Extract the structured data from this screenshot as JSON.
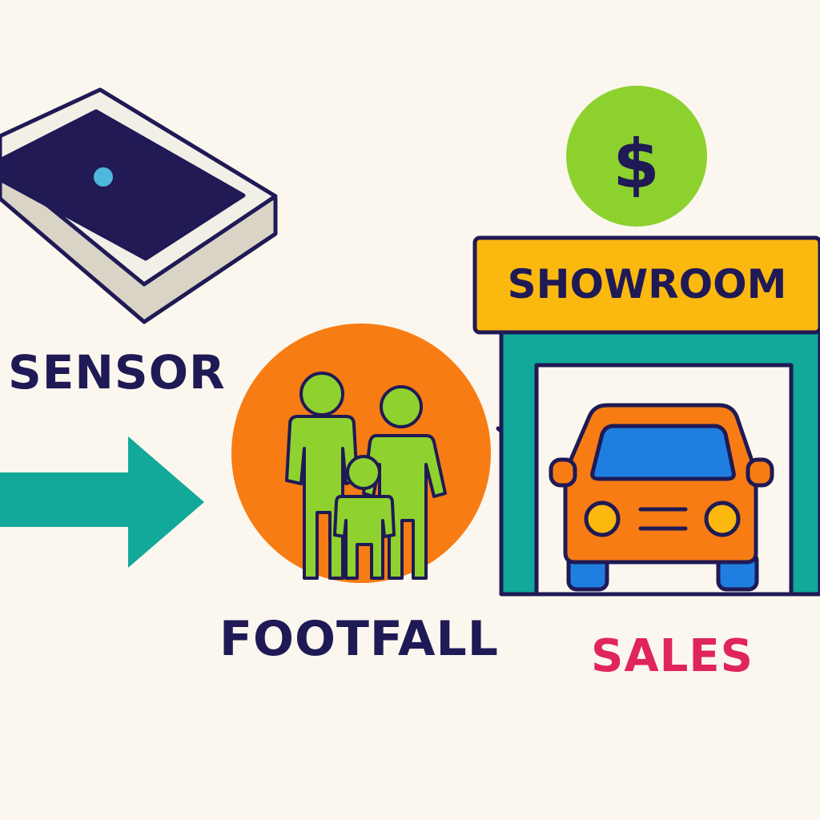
{
  "labels": {
    "sensor": "SENSOR",
    "footfall": "FOOTFALL",
    "sales": "SALES",
    "showroom": "SHOWROOM",
    "currency": "$"
  },
  "icons": {
    "sensor": "sensor-device-icon",
    "flow": "arrow-right-icon",
    "people": "family-icon",
    "store": "showroom-building-icon",
    "car": "car-icon",
    "money": "dollar-icon"
  },
  "colors": {
    "background": "#fbf7ee",
    "outline": "#1f1a55",
    "arrow": "#12a89a",
    "footfall_circle": "#f77c14",
    "people": "#8fd12e",
    "money_circle": "#8dd12f",
    "showroom_sign": "#fbb90f",
    "showroom_wall": "#12a89a",
    "car_body": "#f77c14",
    "car_glass": "#1e7fe0",
    "sales_text": "#e0245e"
  }
}
